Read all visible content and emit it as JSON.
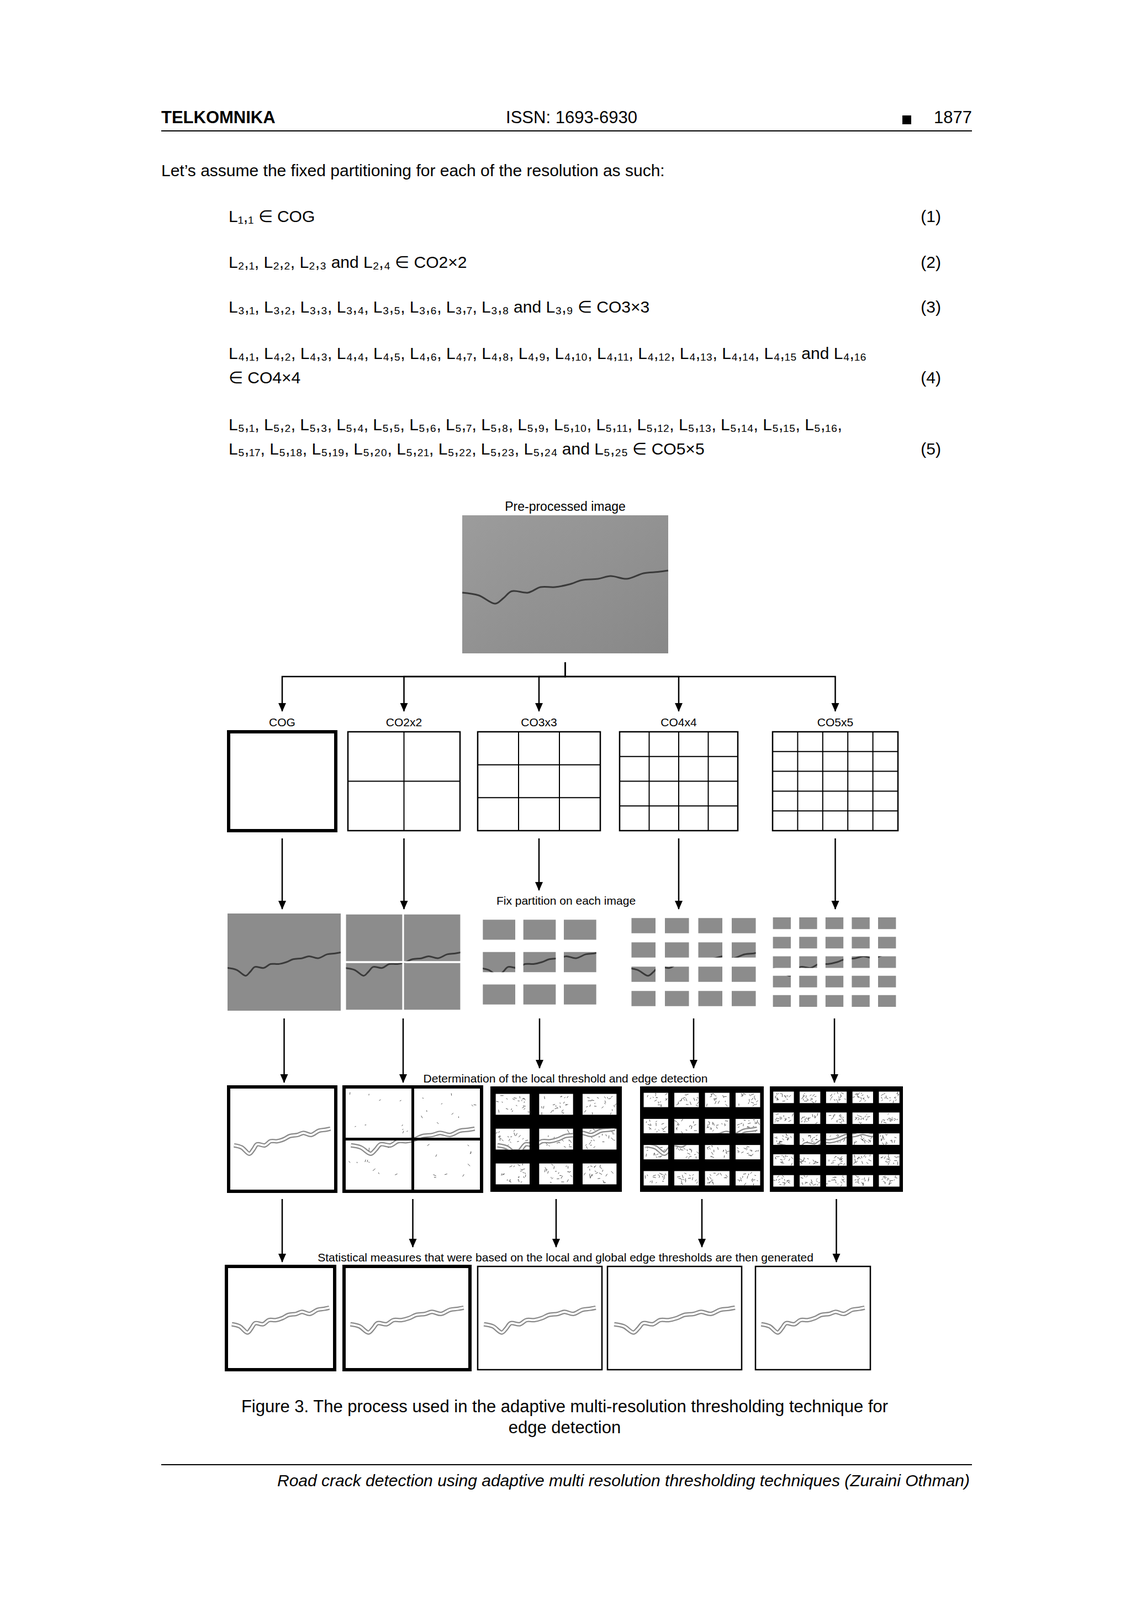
{
  "diagram": {
    "caption": "Figure 3. The process used in the adaptive multi-resolution thresholding technique for edge detection",
    "nodes": [
      {
        "text": [
          "Pre-processed image"
        ]
      },
      {
        "text": [
          "COG"
        ]
      },
      {
        "text": [
          "CO2x2"
        ]
      },
      {
        "text": [
          "CO3x3"
        ]
      },
      {
        "text": [
          "CO4x4"
        ]
      },
      {
        "text": [
          "CO5x5"
        ]
      },
      {
        "text": []
      },
      {
        "text": []
      },
      {
        "text": []
      },
      {
        "text": []
      },
      {
        "text": []
      },
      {
        "text": []
      },
      {
        "text": []
      },
      {
        "text": []
      },
      {
        "text": []
      },
      {
        "text": []
      },
      {
        "text": []
      },
      {
        "text": []
      },
      {
        "text": []
      },
      {
        "text": []
      },
      {
        "text": []
      }
    ],
    "edges": [
      {
        "from": 0,
        "to": 1,
        "arrow": "to"
      },
      {
        "from": 0,
        "to": 2,
        "arrow": "to"
      },
      {
        "from": 0,
        "to": 3,
        "arrow": "to"
      },
      {
        "from": 0,
        "to": 4,
        "arrow": "to"
      },
      {
        "from": 0,
        "to": 5,
        "arrow": "to"
      },
      {
        "from": 1,
        "to": 6,
        "arrow": "to"
      },
      {
        "from": 2,
        "to": 7,
        "arrow": "to"
      },
      {
        "from": 3,
        "to": 8,
        "arrow": "to"
      },
      {
        "from": 4,
        "to": 9,
        "arrow": "to"
      },
      {
        "from": 5,
        "to": 10,
        "arrow": "to"
      },
      {
        "from": 6,
        "to": 11,
        "arrow": "to"
      },
      {
        "from": 7,
        "to": 12,
        "arrow": "to"
      },
      {
        "from": 8,
        "to": 13,
        "arrow": "to"
      },
      {
        "from": 9,
        "to": 14,
        "arrow": "to"
      },
      {
        "from": 10,
        "to": 15,
        "arrow": "to"
      },
      {
        "from": 11,
        "to": 16,
        "arrow": "to"
      },
      {
        "from": 12,
        "to": 17,
        "arrow": "to"
      },
      {
        "from": 13,
        "to": 18,
        "arrow": "to"
      },
      {
        "from": 14,
        "to": 19,
        "arrow": "to"
      },
      {
        "from": 15,
        "to": 20,
        "arrow": "to"
      }
    ],
    "labels": [
      "TELKOMNIKA",
      "ISSN: 1693-6930",
      "1877",
      "Let’s assume the fixed partitioning for each of the resolution as such:",
      "L₁,₁ ∈ COG",
      "L₂,₁, L₂,₂, L₂,₃ and L₂,₄ ∈ CO2×2",
      "L₃,₁, L₃,₂, L₃,₃, L₃,₄, L₃,₅, L₃,₆, L₃,₇, L₃,₈ and L₃,₉ ∈ CO3×3",
      "L₄,₁, L₄,₂, L₄,₃, L₄,₄, L₄,₅, L₄,₆, L₄,₇, L₄,₈, L₄,₉, L₄,₁₀, L₄,₁₁, L₄,₁₂, L₄,₁₃, L₄,₁₄, L₄,₁₅ and L₄,₁₆ ∈ CO4×4",
      "L₅,₁, L₅,₂, L₅,₃, L₅,₄, L₅,₅, L₅,₆, L₅,₇, L₅,₈, L₅,₉, L₅,₁₀, L₅,₁₁, L₅,₁₂, L₅,₁₃, L₅,₁₄, L₅,₁₅, L₅,₁₆, L₅,₁₇, L₅,₁₈, L₅,₁₉, L₅,₂₀, L₅,₂₁, L₅,₂₂, L₅,₂₃, L₅,₂₄ and L₅,₂₅ ∈ CO5×5",
      "(1)",
      "(2)",
      "(3)",
      "(4)",
      "(5)",
      "Fix partition on each image",
      "Determination of the local threshold and edge detection",
      "Statistical measures that were based on the local and global edge thresholds are then generated",
      "Road crack detection using adaptive multi resolution thresholding techniques (Zuraini Othman)"
    ]
  }
}
